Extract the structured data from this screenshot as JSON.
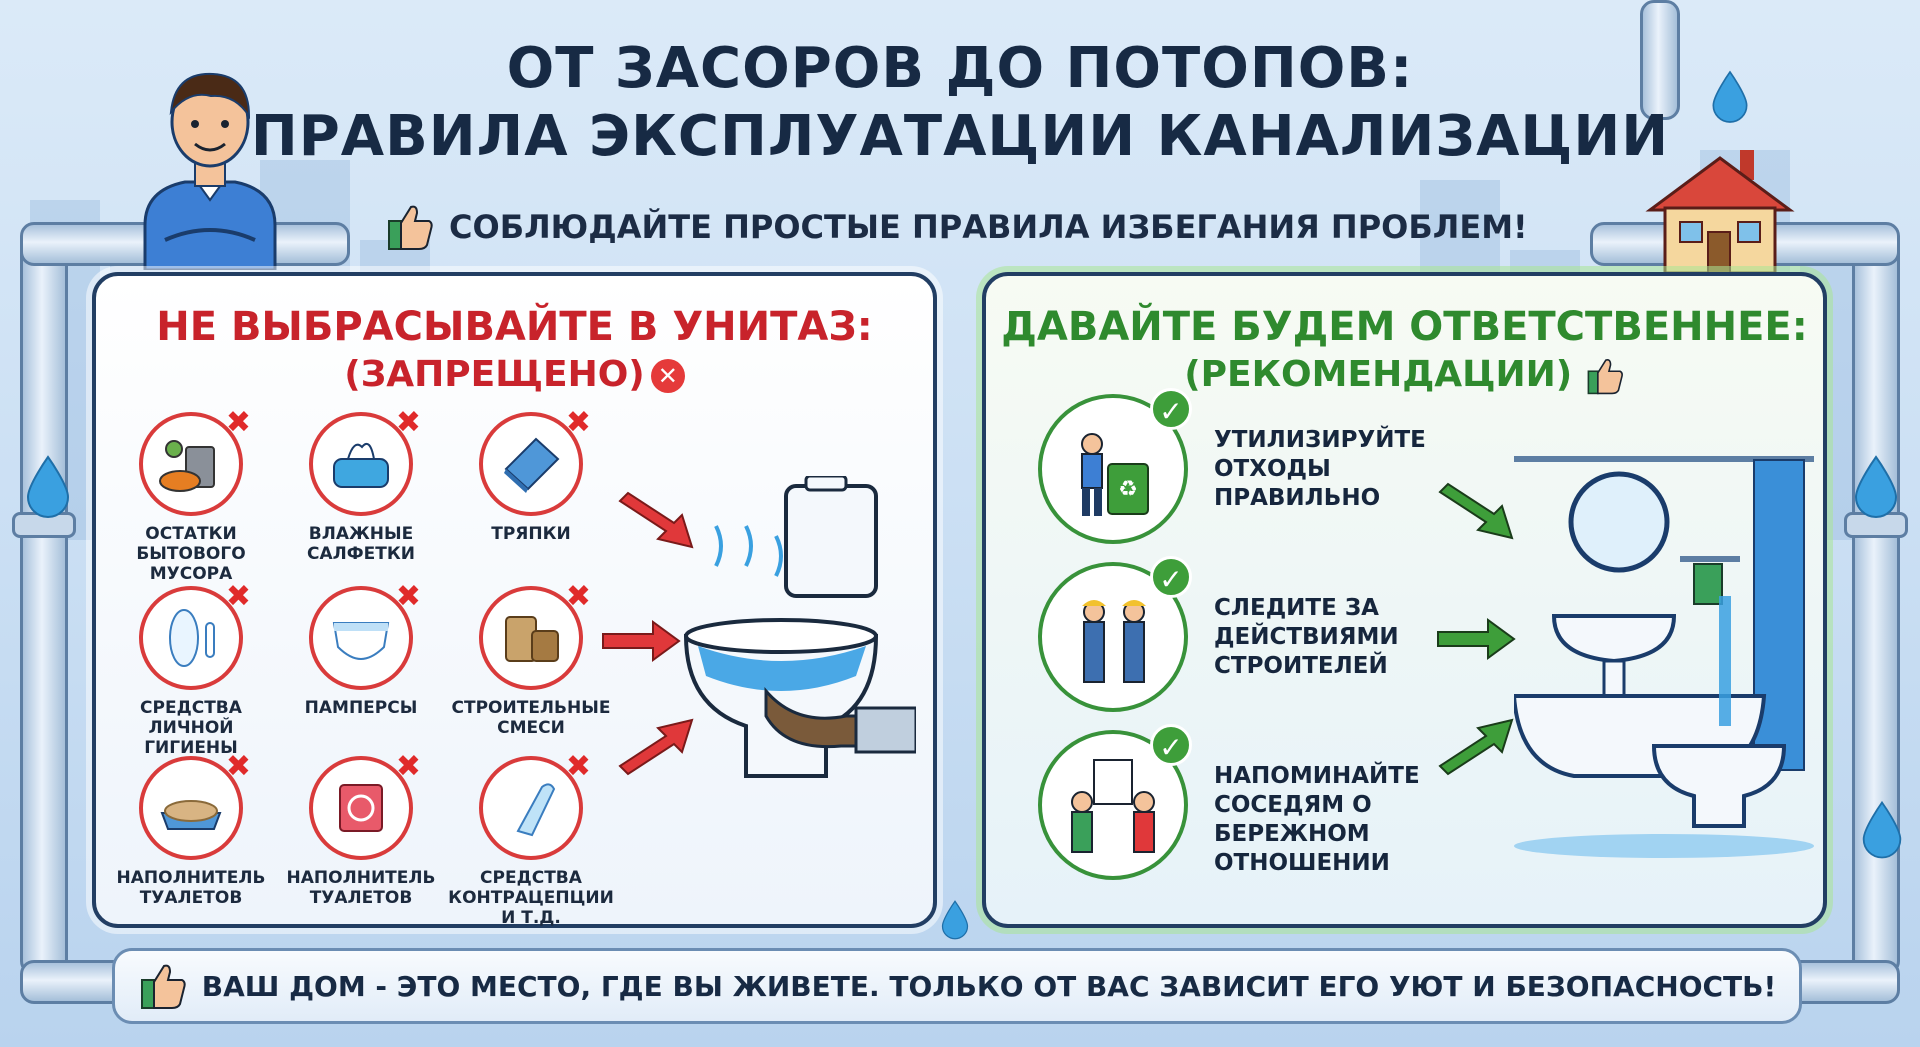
{
  "header": {
    "title_line1": "ОТ ЗАСОРОВ ДО ПОТОПОВ:",
    "title_line2": "ПРАВИЛА ЭКСПЛУАТАЦИИ КАНАЛИЗАЦИИ",
    "subtitle": "СОБЛЮДАЙТЕ ПРОСТЫЕ ПРАВИЛА ИЗБЕГАНИЯ ПРОБЛЕМ!"
  },
  "left_panel": {
    "heading": "НЕ ВЫБРАСЫВАЙТЕ В УНИТАЗ:",
    "subheading": "(ЗАПРЕЩЕНО)",
    "items": [
      {
        "label": "ОСТАТКИ БЫТОВОГО МУСОРА",
        "icon": "food-waste-icon"
      },
      {
        "label": "ВЛАЖНЫЕ САЛФЕТКИ",
        "icon": "wet-wipes-icon"
      },
      {
        "label": "ТРЯПКИ",
        "icon": "rag-icon"
      },
      {
        "label": "СРЕДСТВА ЛИЧНОЙ ГИГИЕНЫ",
        "icon": "hygiene-pad-icon"
      },
      {
        "label": "ПАМПЕРСЫ",
        "icon": "diaper-icon"
      },
      {
        "label": "СТРОИТЕЛЬНЫЕ СМЕСИ",
        "icon": "cement-bag-icon"
      },
      {
        "label": "НАПОЛНИТЕЛЬ ТУАЛЕТОВ",
        "icon": "litter-tray-icon"
      },
      {
        "label": "НАПОЛНИТЕЛЬ ТУАЛЕТОВ",
        "icon": "condom-packet-icon"
      },
      {
        "label": "СРЕДСТВА КОНТРАЦЕПЦИИ И Т.Д.",
        "icon": "condom-icon"
      }
    ]
  },
  "right_panel": {
    "heading": "ДАВАЙТЕ БУДЕМ ОТВЕТСТВЕННЕЕ:",
    "subheading": "(РЕКОМЕНДАЦИИ)",
    "items": [
      {
        "label": "УТИЛИЗИРУЙТЕ ОТХОДЫ ПРАВИЛЬНО",
        "icon": "recycling-bin-icon"
      },
      {
        "label": "СЛЕДИТЕ ЗА ДЕЙСТВИЯМИ СТРОИТЕЛЕЙ",
        "icon": "builders-icon"
      },
      {
        "label": "НАПОМИНАЙТЕ СОСЕДЯМ О БЕРЕЖНОМ ОТНОШЕНИИ",
        "icon": "neighbors-icon"
      }
    ]
  },
  "footer": {
    "text": "ВАШ ДОМ - ЭТО МЕСТО, ГДЕ ВЫ ЖИВЕТЕ. ТОЛЬКО ОТ ВАС ЗАВИСИТ ЕГО УЮТ И БЕЗОПАСНОСТЬ!"
  },
  "colors": {
    "prohibited": "#c8232b",
    "recommended": "#2f8a2e",
    "navy": "#172a44",
    "water": "#3aa0e0"
  }
}
